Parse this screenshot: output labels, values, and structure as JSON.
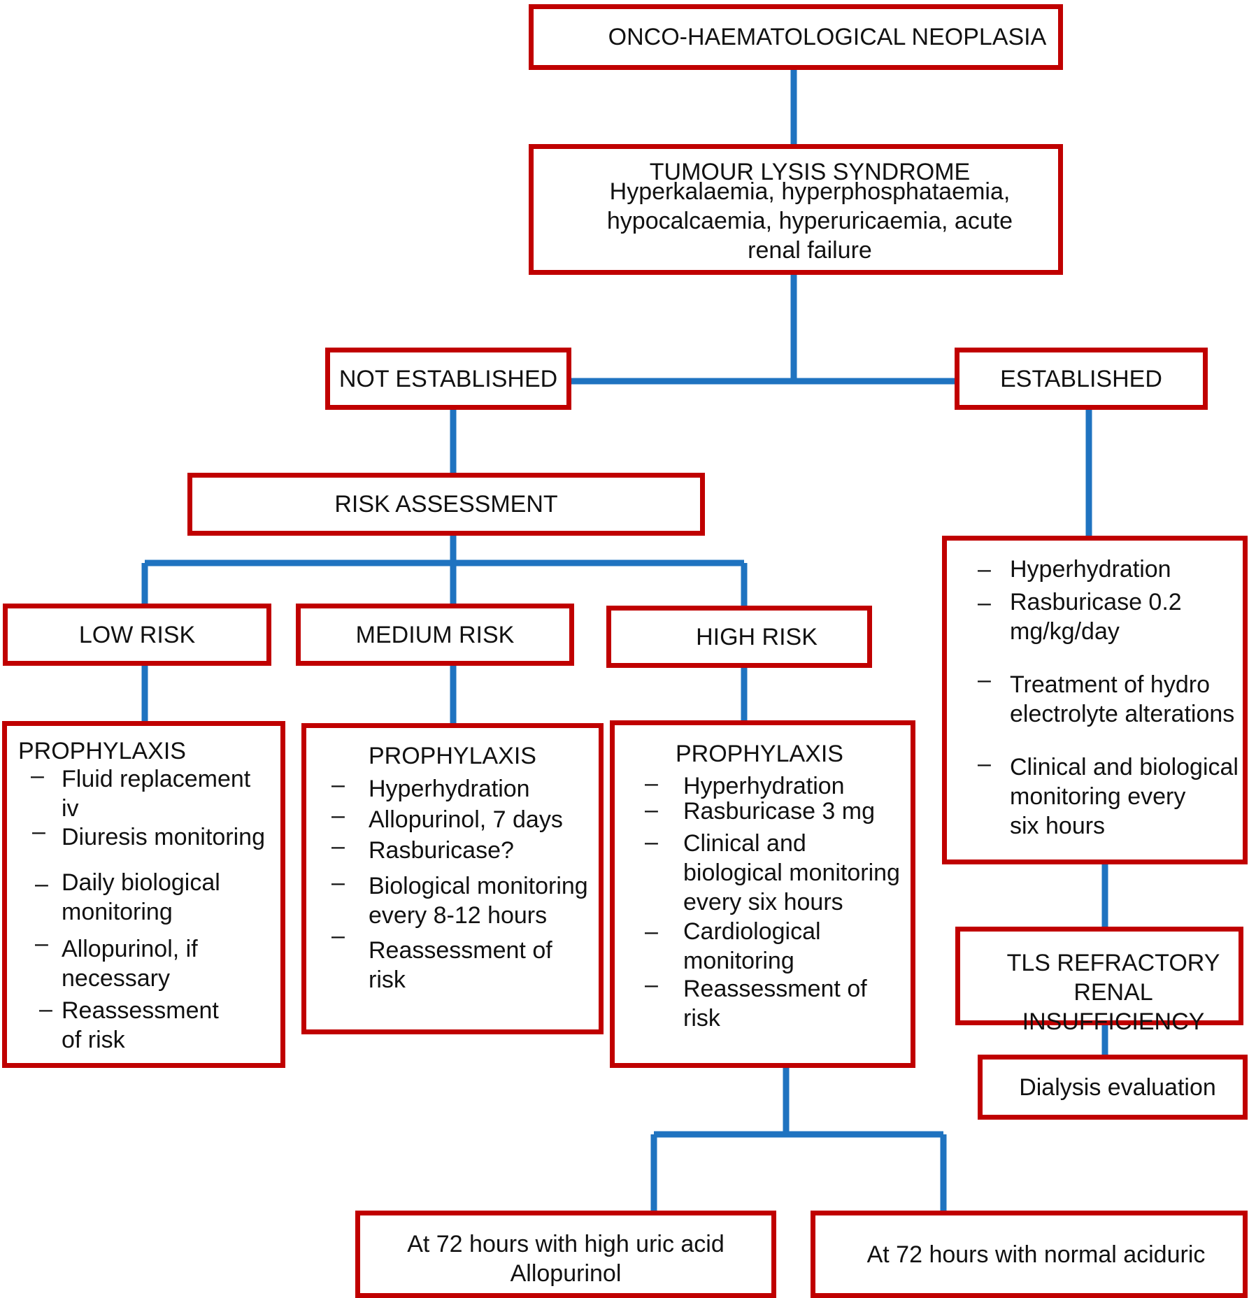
{
  "colors": {
    "box_border": "#c00000",
    "connector": "#1f73c0"
  },
  "top": {
    "title": "ONCO-HAEMATOLOGICAL NEOPLASIA"
  },
  "tls": {
    "title": "TUMOUR LYSIS SYNDROME",
    "line1": "Hyperkalaemia, hyperphosphataemia,",
    "line2": "hypocalcaemia, hyperuricaemia, acute",
    "line3": "renal failure"
  },
  "not_established": {
    "label": "NOT ESTABLISHED"
  },
  "established": {
    "label": "ESTABLISHED",
    "items": [
      {
        "lines": [
          "Hyperhydration"
        ]
      },
      {
        "lines": [
          "Rasburicase 0.2",
          "mg/kg/day"
        ]
      },
      {
        "lines": [
          "Treatment of hydro",
          "electrolyte alterations"
        ]
      },
      {
        "lines": [
          "Clinical and biological",
          "monitoring every",
          "six hours"
        ]
      }
    ]
  },
  "risk_assessment": {
    "label": "RISK ASSESSMENT"
  },
  "low_risk": {
    "label": "LOW RISK",
    "title": "PROPHYLAXIS",
    "items": [
      {
        "lines": [
          "Fluid replacement",
          "iv"
        ]
      },
      {
        "lines": [
          "Diuresis monitoring"
        ]
      },
      {
        "lines": [
          "Daily biological",
          "monitoring"
        ]
      },
      {
        "lines": [
          "Allopurinol, if",
          "necessary"
        ]
      },
      {
        "lines": [
          "Reassessment",
          "of risk"
        ]
      }
    ]
  },
  "medium_risk": {
    "label": "MEDIUM RISK",
    "title": "PROPHYLAXIS",
    "items": [
      {
        "lines": [
          "Hyperhydration"
        ]
      },
      {
        "lines": [
          "Allopurinol, 7 days"
        ]
      },
      {
        "lines": [
          "Rasburicase?"
        ]
      },
      {
        "lines": [
          "Biological monitoring",
          "every 8-12 hours"
        ]
      },
      {
        "lines": [
          "Reassessment of",
          "risk"
        ]
      }
    ]
  },
  "high_risk": {
    "label": "HIGH RISK",
    "title": "PROPHYLAXIS",
    "items": [
      {
        "lines": [
          "Hyperhydration"
        ]
      },
      {
        "lines": [
          "Rasburicase 3 mg"
        ]
      },
      {
        "lines": [
          "Clinical and",
          "biological monitoring",
          "every six hours"
        ]
      },
      {
        "lines": [
          "Cardiological",
          "monitoring"
        ]
      },
      {
        "lines": [
          "Reassessment of",
          "risk"
        ]
      }
    ]
  },
  "refractory": {
    "line1": "TLS REFRACTORY",
    "line2": "RENAL INSUFFICIENCY"
  },
  "dialysis": {
    "label": "Dialysis evaluation"
  },
  "high_uric": {
    "line1": "At 72 hours with high uric acid",
    "line2": "Allopurinol"
  },
  "normal_uric": {
    "label": "At 72 hours with normal aciduric"
  }
}
